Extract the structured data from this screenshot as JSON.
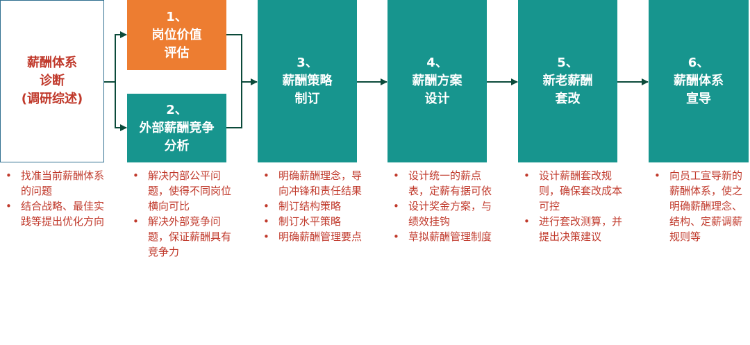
{
  "boxes": [
    {
      "id": "diagnosis",
      "lines": [
        "薪酬体系",
        "诊断",
        "(调研综述)"
      ]
    },
    {
      "id": "step1",
      "lines": [
        "1、",
        "岗位价值",
        "评估"
      ]
    },
    {
      "id": "step2",
      "lines": [
        "2、",
        "外部薪酬竞争",
        "分析"
      ]
    },
    {
      "id": "step3",
      "lines": [
        "3、",
        "薪酬策略",
        "制订"
      ]
    },
    {
      "id": "step4",
      "lines": [
        "4、",
        "薪酬方案",
        "设计"
      ]
    },
    {
      "id": "step5",
      "lines": [
        "5、",
        "新老薪酬",
        "套改"
      ]
    },
    {
      "id": "step6",
      "lines": [
        "6、",
        "薪酬体系",
        "宣导"
      ]
    }
  ],
  "notes": [
    [
      "找准当前薪酬体系的问题",
      "结合战略、最佳实践等提出优化方向"
    ],
    [
      "解决内部公平问题，使得不同岗位横向可比",
      "解决外部竞争问题，保证薪酬具有竞争力"
    ],
    [
      "明确薪酬理念，导向冲锋和责任结果",
      "制订结构策略",
      "制订水平策略",
      "明确薪酬管理要点"
    ],
    [
      "设计统一的薪点表，定薪有据可依",
      "设计奖金方案，与绩效挂钩",
      "草拟薪酬管理制度"
    ],
    [
      "设计薪酬套改规则，确保套改成本可控",
      "进行套改测算，并提出决策建议"
    ],
    [
      "向员工宣导新的薪酬体系，使之明确薪酬理念、结构、定薪调薪规则等"
    ]
  ],
  "colors": {
    "teal": "#17958e",
    "orange": "#ed7d31",
    "accent_text": "#c0392b",
    "arrow": "#0b4a3a"
  }
}
